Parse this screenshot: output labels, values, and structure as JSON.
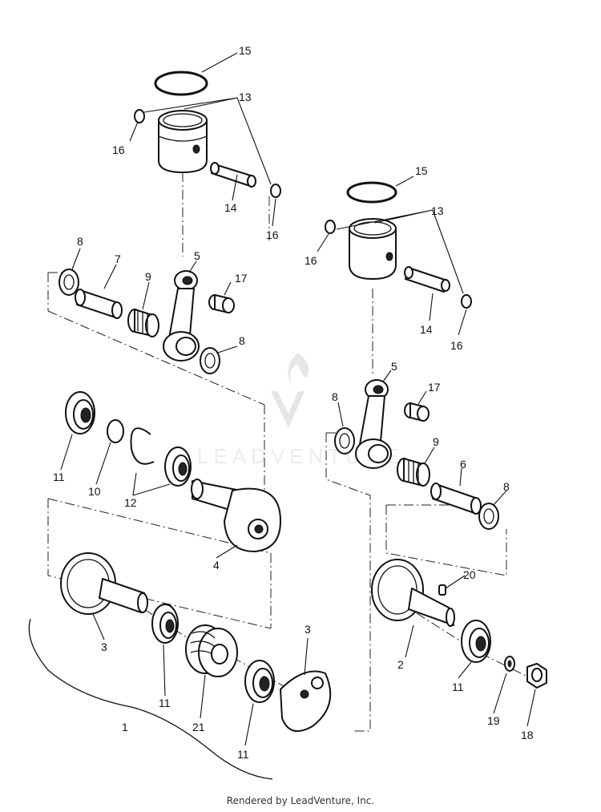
{
  "callouts": [
    {
      "id": "c15a",
      "text": "15"
    },
    {
      "id": "c13a",
      "text": "13"
    },
    {
      "id": "c16a",
      "text": "16"
    },
    {
      "id": "c14a",
      "text": "14"
    },
    {
      "id": "c16b",
      "text": "16"
    },
    {
      "id": "c8a",
      "text": "8"
    },
    {
      "id": "c7",
      "text": "7"
    },
    {
      "id": "c5a",
      "text": "5"
    },
    {
      "id": "c9a",
      "text": "9"
    },
    {
      "id": "c17a",
      "text": "17"
    },
    {
      "id": "c8b",
      "text": "8"
    },
    {
      "id": "c11a",
      "text": "11"
    },
    {
      "id": "c10",
      "text": "10"
    },
    {
      "id": "c12",
      "text": "12"
    },
    {
      "id": "c4",
      "text": "4"
    },
    {
      "id": "c3a",
      "text": "3"
    },
    {
      "id": "c11b",
      "text": "11"
    },
    {
      "id": "c21",
      "text": "21"
    },
    {
      "id": "c11c",
      "text": "11"
    },
    {
      "id": "c3b",
      "text": "3"
    },
    {
      "id": "c1",
      "text": "1"
    },
    {
      "id": "c15b",
      "text": "15"
    },
    {
      "id": "c13b",
      "text": "13"
    },
    {
      "id": "c16c",
      "text": "16"
    },
    {
      "id": "c14b",
      "text": "14"
    },
    {
      "id": "c16d",
      "text": "16"
    },
    {
      "id": "c5b",
      "text": "5"
    },
    {
      "id": "c17b",
      "text": "17"
    },
    {
      "id": "c8c",
      "text": "8"
    },
    {
      "id": "c9b",
      "text": "9"
    },
    {
      "id": "c6",
      "text": "6"
    },
    {
      "id": "c8d",
      "text": "8"
    },
    {
      "id": "c20",
      "text": "20"
    },
    {
      "id": "c2",
      "text": "2"
    },
    {
      "id": "c11d",
      "text": "11"
    },
    {
      "id": "c19",
      "text": "19"
    },
    {
      "id": "c18",
      "text": "18"
    }
  ],
  "watermark": {
    "text": "LEADVENTURE"
  },
  "footer": {
    "text": "Rendered by LeadVenture, Inc."
  }
}
